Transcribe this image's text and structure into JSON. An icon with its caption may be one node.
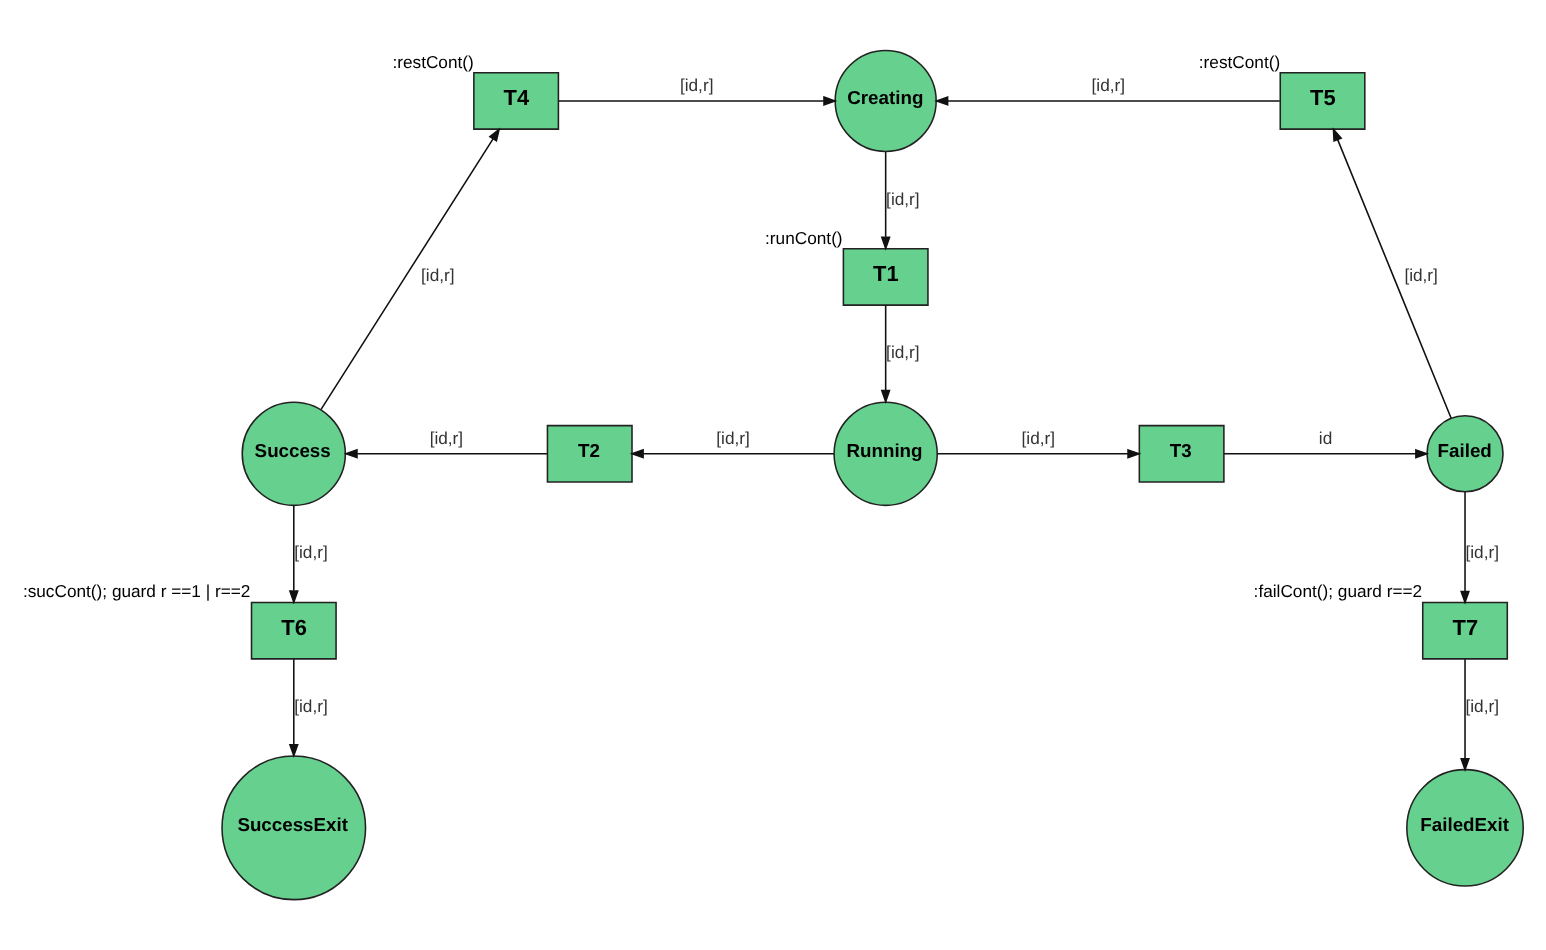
{
  "diagram": {
    "nodes": [
      {
        "text": [
          "T4"
        ],
        "beside": [
          ":restCont()"
        ]
      },
      {
        "text": [
          "Creating"
        ]
      },
      {
        "text": [
          "T5"
        ],
        "beside": [
          ":restCont()"
        ]
      },
      {
        "text": [
          "T1"
        ],
        "beside": [
          ":runCont()"
        ]
      },
      {
        "text": [
          "Success"
        ]
      },
      {
        "text": [
          "T2"
        ]
      },
      {
        "text": [
          "Running"
        ]
      },
      {
        "text": [
          "T3"
        ]
      },
      {
        "text": [
          "Failed"
        ]
      },
      {
        "text": [
          "T6"
        ],
        "beside": [
          ":sucCont(); guard r ==1 | r==2"
        ]
      },
      {
        "text": [
          "T7"
        ],
        "beside": [
          ":failCont(); guard r==2"
        ]
      },
      {
        "text": [
          "SuccessExit"
        ]
      },
      {
        "text": [
          "FailedExit"
        ]
      }
    ],
    "edges": [
      {
        "from": 0,
        "to": 1,
        "arrow": "to",
        "label": "[id,r]"
      },
      {
        "from": 2,
        "to": 1,
        "arrow": "to",
        "label": "[id,r]"
      },
      {
        "from": 1,
        "to": 3,
        "arrow": "to",
        "label": "[id,r]"
      },
      {
        "from": 3,
        "to": 6,
        "arrow": "to",
        "label": "[id,r]"
      },
      {
        "from": 6,
        "to": 5,
        "arrow": "to",
        "label": "[id,r]"
      },
      {
        "from": 5,
        "to": 4,
        "arrow": "to",
        "label": "[id,r]"
      },
      {
        "from": 6,
        "to": 7,
        "arrow": "to",
        "label": "[id,r]"
      },
      {
        "from": 7,
        "to": 8,
        "arrow": "to",
        "label": "id"
      },
      {
        "from": 4,
        "to": 0,
        "arrow": "to",
        "label": "[id,r]"
      },
      {
        "from": 8,
        "to": 2,
        "arrow": "to",
        "label": "[id,r]"
      },
      {
        "from": 4,
        "to": 9,
        "arrow": "to",
        "label": "[id,r]"
      },
      {
        "from": 9,
        "to": 11,
        "arrow": "to",
        "label": "[id,r]"
      },
      {
        "from": 8,
        "to": 10,
        "arrow": "to",
        "label": "[id,r]"
      },
      {
        "from": 10,
        "to": 12,
        "arrow": "to",
        "label": "[id,r]"
      }
    ]
  }
}
